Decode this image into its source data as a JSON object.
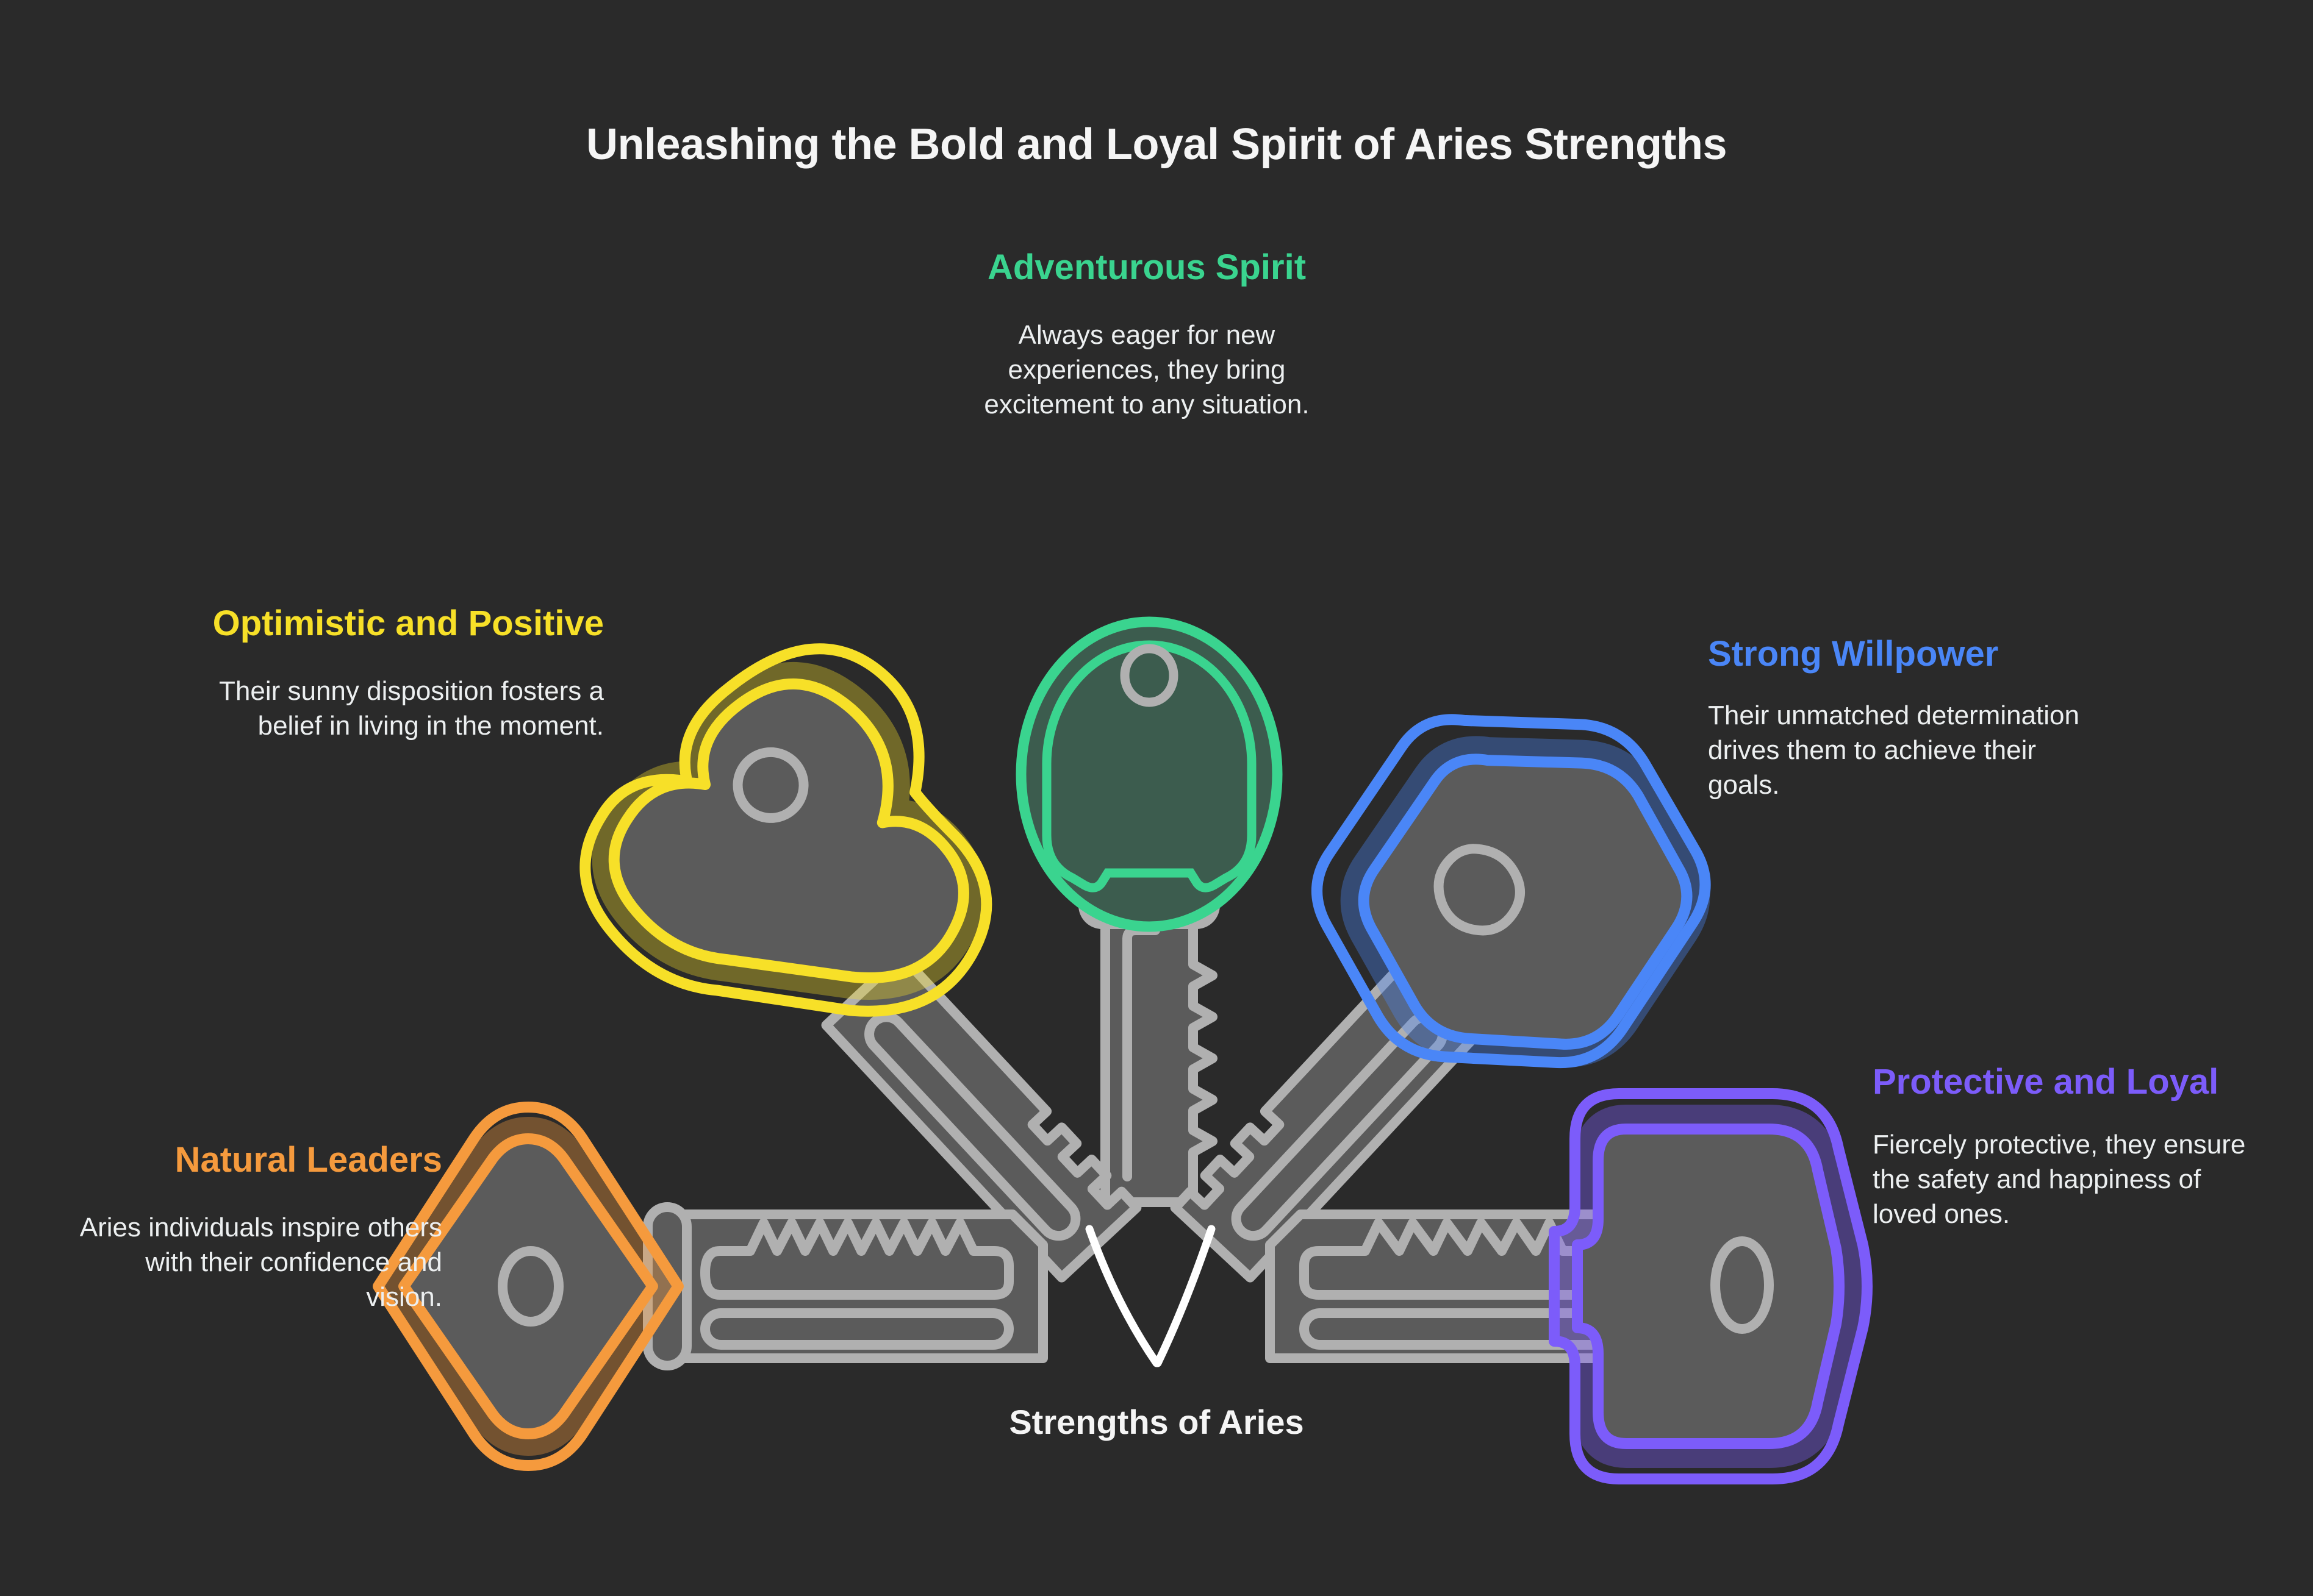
{
  "background_color": "#2a2a2a",
  "header": {
    "title": "Unleashing the Bold and Loyal Spirit of Aries Strengths"
  },
  "center_caption": "Strengths of Aries",
  "center_mark": {
    "icon": "aries-v-mark",
    "color": "#ffffff"
  },
  "palette": {
    "green": "#3ad48f",
    "yellow": "#f7e028",
    "orange": "#f59a3d",
    "blue": "#4a86f7",
    "purple": "#7c5cfa",
    "key_body_stroke": "#b0b0b0",
    "key_body_fill": "#5b5b5b",
    "text_primary": "#f5f5f5",
    "text_body": "#eceff0"
  },
  "callouts": [
    {
      "id": "adventurous",
      "title": "Adventurous Spirit",
      "body": "Always eager for new experiences, they bring excitement to any situation.",
      "color": "#3ad48f",
      "key_shape": "oval-bow-key",
      "position": "top-center"
    },
    {
      "id": "optimistic",
      "title": "Optimistic and Positive",
      "body": "Their sunny disposition fosters a belief in living in the moment.",
      "color": "#f7e028",
      "key_shape": "heart-bow-key",
      "position": "left-upper"
    },
    {
      "id": "natural-leaders",
      "title": "Natural Leaders",
      "body": "Aries individuals inspire others with their confidence and vision.",
      "color": "#f59a3d",
      "key_shape": "diamond-bow-key",
      "position": "left-lower"
    },
    {
      "id": "willpower",
      "title": "Strong Willpower",
      "body": "Their unmatched determination drives them to achieve their goals.",
      "color": "#4a86f7",
      "key_shape": "pentagon-bow-key",
      "position": "right-upper"
    },
    {
      "id": "protective",
      "title": "Protective and Loyal",
      "body": "Fiercely protective, they ensure the safety and happiness of loved ones.",
      "color": "#7c5cfa",
      "key_shape": "rounded-rect-bow-key",
      "position": "right-lower"
    }
  ]
}
